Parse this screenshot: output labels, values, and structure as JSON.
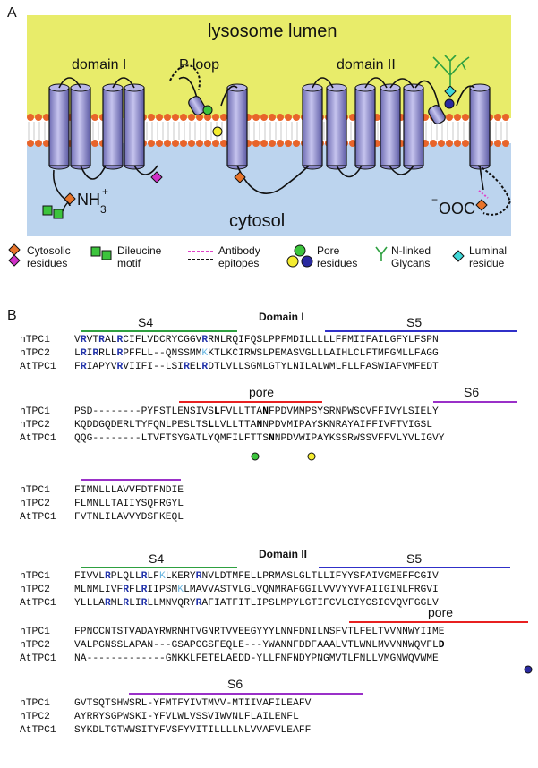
{
  "panel_a": {
    "label": "A",
    "lumen_label": "lysosome lumen",
    "domain1_label": "domain I",
    "domain2_label": "domain II",
    "ploop_label": "P loop",
    "cytosol_label": "cytosol",
    "nterm_label": "NH",
    "nterm_sup": "+",
    "nterm_sub": "3",
    "cterm_label": "OOC",
    "cterm_sup": "−",
    "colors": {
      "lumen": "#e8ec6a",
      "cytosol": "#bcd4ee",
      "helix": "#9a98d6",
      "lipid": "#e8642a",
      "cytosolic_residue": "#e8742a",
      "dileucine": "#3cc43c",
      "antibody": "#e040c8",
      "pore_green": "#3cc43c",
      "pore_yellow": "#f4ec30",
      "pore_blue": "#2a2aa0",
      "glycan": "#2ea040",
      "luminal": "#40d8d8"
    }
  },
  "legend": {
    "cytosolic": [
      "Cytosolic",
      "residues"
    ],
    "dileucine": [
      "Dileucine",
      "motif"
    ],
    "antibody": [
      "Antibody",
      "epitopes"
    ],
    "pore": [
      "Pore",
      "residues"
    ],
    "glycans": [
      "N-linked",
      "Glycans"
    ],
    "luminal": [
      "Luminal",
      "residue"
    ]
  },
  "panel_b": {
    "label": "B",
    "domain1_title": "Domain I",
    "domain2_title": "Domain II",
    "segments": {
      "s4": "S4",
      "s5": "S5",
      "pore": "pore",
      "s6": "S6"
    },
    "species": [
      "hTPC1",
      "hTPC2",
      "AtTPC1"
    ],
    "domain1_blocks": [
      [
        "VRVTRALRCIFLVDCRYCGGVRRNLRQIFQSLPPFMDILLLLLFFMIIFAILGFYLFSPN",
        "LRIRRLLRPFFLL--QNSSMMKKTLKCIRWSLPEMASVGLLLAIHLCLFTMFGMLLFAGG",
        "FRIAPYVRVIIFI--LSIRELRDTLVLLSGMLGTYLNILALWMLFLLFASWIAFVMFEDT"
      ],
      [
        "PSD--------PYFSTLENSIVSLFVLLTTANFPDVMMPSYSRNPWSCVFFIVYLSIELY",
        "KQDDGQDERLTYFQNLPESLTSLLVLLTTANNPDVMIPAYSKNRAYAIFFIVFTVIGSL",
        "QQG--------LTVFTSYGATLYQMFILFTTSNNPDVWIPAYKSSRWSSVFFVLYVLIGVY"
      ],
      [
        "FIMNLLLAVVFDTFNDIE",
        "FLMNLLTAIIYSQFRGYL",
        "FVTNLILAVVYDSFKEQL"
      ]
    ],
    "domain2_blocks": [
      [
        "FIVVLRPLQLLRLFKLKERYRNVLDTMFELLPRMASLGLTLLIFYYSFAIVGMEFFCGIV",
        "MLNMLIVFRFLRIIPSMKLMAVVASTVLGLVQNMRAFGGILVVVYYVFAIIGINLFRGVI",
        "YLLLARMLRLIRLLMNVQRYRAFIATFITLIPSLMPYLGTIFCVLCIYCSIGVQVFGGLV"
      ],
      [
        "FPNCCNTSTVADAYRWRNHTVGNRTVVEEGYYYLNNFDNILNSFVTLFELTVVNNWYIIME",
        "VALPGNSSLAPAN---GSAPCGSFEQLE---YWANNFDDFAAALVTLWNLMVVNNWQVFLD",
        "NA-------------GNKKLFETELAEDD-YLLFNFNDYPNGMVTLFNLLVMGNWQVWME"
      ],
      [
        "GVTSQTSHWSRL-YFMTFYIVTMVV-MTIIVAFILEAFV",
        "AYRRYSGPWSKI-YFVLWLVSSVIWVNLFLAILENFL",
        "SYKDLTGTWWSITYFVSFYVITILLLLNLVVAFVLEAFF"
      ]
    ]
  }
}
